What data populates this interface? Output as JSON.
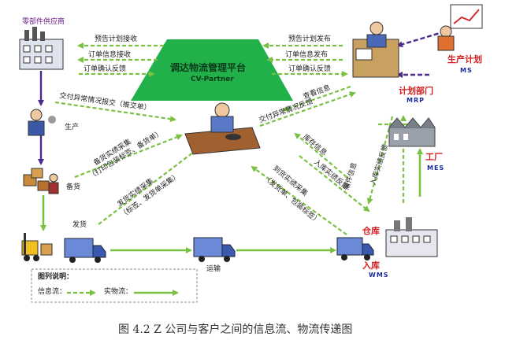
{
  "nodes": {
    "supplier": "零部件供应商",
    "platform_title": "调达物流管理平台",
    "platform_sub": "CV-Partner",
    "production": "生产",
    "stock_prep": "备货",
    "shipping": "发货",
    "transport": "运输",
    "warehouse": "仓库",
    "inbound": "入库",
    "inbound_sys": "WMS",
    "plan_dept": "计划部门",
    "plan_sys": "MRP",
    "prod_plan": "生产计划",
    "prod_plan_sys": "MS",
    "factory": "工厂",
    "factory_sys": "MES"
  },
  "flows": {
    "plan_receive": "预告计划接收",
    "plan_publish": "预告计划发布",
    "order_receive": "订单信息接收",
    "order_publish": "订单信息发布",
    "order_confirm_left": "订单确认反馈",
    "order_confirm_right": "订单确认反馈",
    "delivery_exception_left": "交付异常情况报交（推交单）",
    "delivery_exception_right": "交付异常情况反馈",
    "view_info": "查看信息",
    "stock_collect": "备货实绩采集",
    "stock_collect_sub": "（打印包装标签、备货单）",
    "ship_collect": "发货实绩采集",
    "ship_collect_sub": "（标签、发货单采集）",
    "inventory_info": "库存信息",
    "inbound_collect": "到货实绩采集",
    "inbound_collect_sub": "（发货单、包装标签）",
    "inbound_feedback": "入库实绩反馈",
    "demand_info": "需件信息",
    "inbound_feedback2": "入库实绩反馈"
  },
  "legend": {
    "title": "图列说明：",
    "info_flow": "信息流：",
    "material_flow": "实物流："
  },
  "caption": "图 4.2   Z 公司与客户之间的信息流、物流传递图",
  "colors": {
    "info_arrow": "#7ac143",
    "material_arrow": "#7ac143",
    "platform": "#22b04a",
    "purple_arrow": "#4a2a8a"
  }
}
